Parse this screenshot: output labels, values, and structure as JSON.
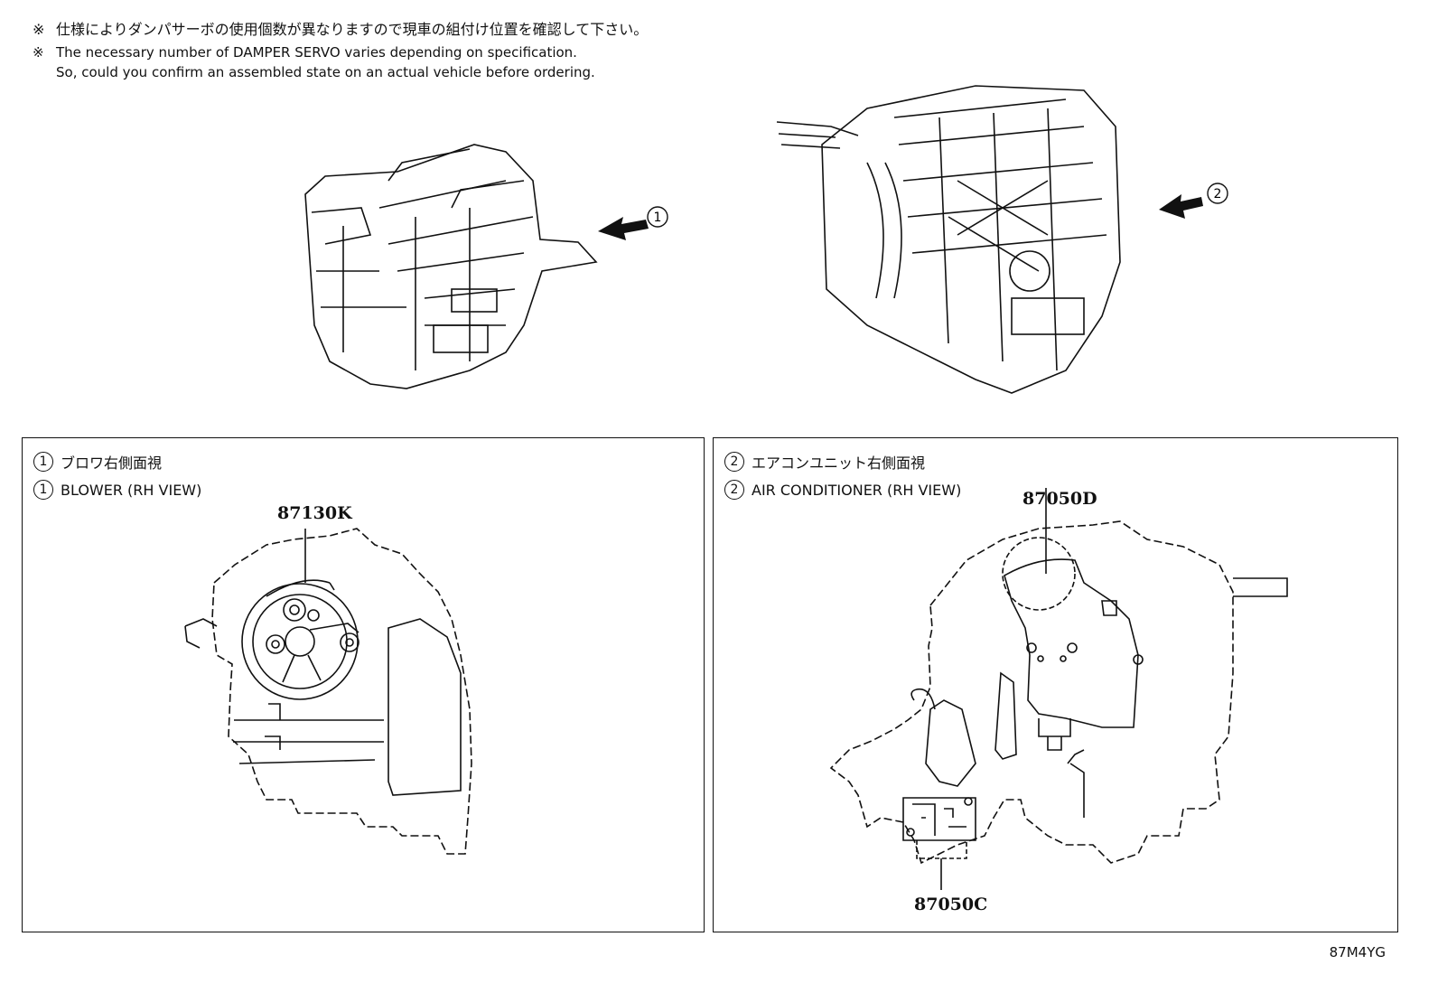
{
  "notes": {
    "reference_mark": "※",
    "japanese": "仕様によりダンパサーボの使用個数が異なりますので現車の組付け位置を確認して下さい。",
    "english_line1": "The necessary number of DAMPER SERVO varies depending on specification.",
    "english_line2": "So, could you confirm an assembled state on an actual vehicle before ordering."
  },
  "callouts": [
    "①",
    "②"
  ],
  "panels": [
    {
      "index": "1",
      "label_jp": "ブロワ右側面視",
      "label_en": "BLOWER (RH VIEW)",
      "part_numbers": [
        "87130K"
      ]
    },
    {
      "index": "2",
      "label_jp": "エアコンユニット右側面視",
      "label_en": "AIR CONDITIONER (RH VIEW)",
      "part_numbers": [
        "87050D",
        "87050C"
      ]
    }
  ],
  "diagram_code": "87M4YG",
  "colors": {
    "line": "#111111",
    "background": "#ffffff"
  }
}
